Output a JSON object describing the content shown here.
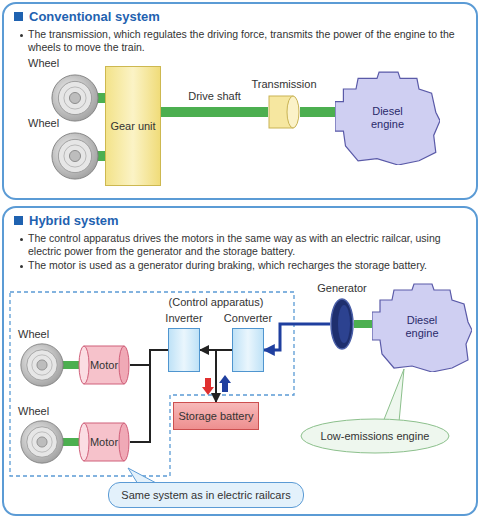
{
  "diagram": {
    "nodes": [
      {
        "text": [
          "Conventional system",
          "The transmission, which regulates the driving force, transmits the power of the engine to the wheels to move the train."
        ]
      },
      {
        "text": [
          "Gear unit"
        ],
        "in": 0
      },
      {
        "text": [
          "Transmission"
        ],
        "in": 0
      },
      {
        "text": [
          "Diesel engine"
        ],
        "in": 0
      },
      {
        "text": [
          "Hybrid system",
          "The control apparatus drives the motors in the same way as with an electric railcar, using electric power from the generator and the storage battery.",
          "The motor is used as a generator during braking, which recharges the storage battery."
        ]
      },
      {
        "text": [
          "Motor"
        ],
        "in": 4
      },
      {
        "text": [
          "Motor"
        ],
        "in": 4
      },
      {
        "text": [
          "Inverter"
        ],
        "in": 4
      },
      {
        "text": [
          "Converter"
        ],
        "in": 4
      },
      {
        "text": [
          "Storage battery"
        ],
        "in": 4
      },
      {
        "text": [
          "Generator"
        ],
        "in": 4
      },
      {
        "text": [
          "Diesel engine"
        ],
        "in": 4
      },
      {
        "text": [
          "Same system as in electric railcars"
        ],
        "in": 4
      },
      {
        "text": [
          "Low-emissions engine"
        ],
        "in": 4
      }
    ],
    "edges": [
      {
        "from": 3,
        "to": 2,
        "arrow": "none"
      },
      {
        "from": 2,
        "to": 1,
        "label": "Drive shaft",
        "arrow": "none"
      },
      {
        "from": 5,
        "to": 7,
        "arrow": "none"
      },
      {
        "from": 6,
        "to": 7,
        "arrow": "none"
      },
      {
        "from": 7,
        "to": 8,
        "arrow": "none"
      },
      {
        "from": 9,
        "to": 7,
        "arrow": "both"
      },
      {
        "from": 10,
        "to": 8,
        "arrow": "to"
      },
      {
        "from": 10,
        "to": 11,
        "arrow": "none"
      }
    ],
    "labels": [
      "Wheel",
      "Wheel",
      "Wheel",
      "Wheel",
      "(Control apparatus)"
    ]
  }
}
